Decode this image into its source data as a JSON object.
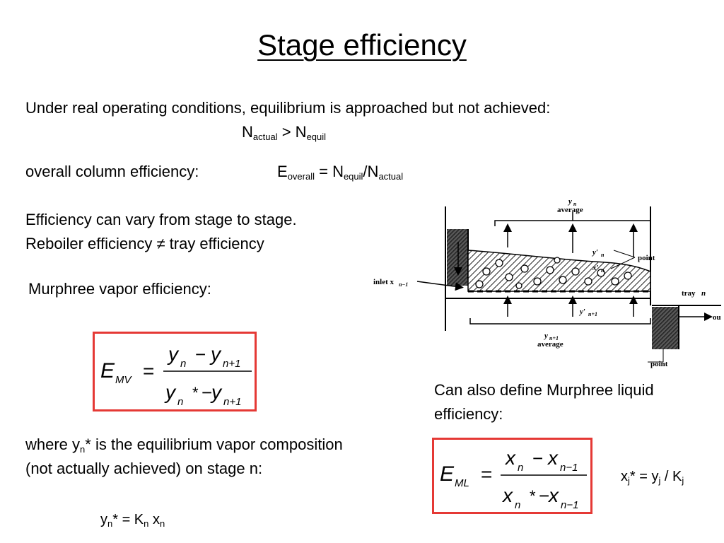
{
  "title": "Stage efficiency",
  "intro": {
    "line": "Under real operating conditions, equilibrium is approached but not achieved:",
    "rel": {
      "n1": "N",
      "sub1": "actual",
      "op": " > ",
      "n2": "N",
      "sub2": "equil"
    }
  },
  "overall": {
    "label": "overall column efficiency:",
    "e": "E",
    "e_sub": "overall",
    "eq": " = ",
    "n1": "N",
    "n1_sub": "equil",
    "slash": "/",
    "n2": "N",
    "n2_sub": "actual"
  },
  "vary": {
    "line1": "Efficiency can vary from stage to stage.",
    "line2": "Reboiler efficiency ≠ tray efficiency"
  },
  "murphree_vapor_label": "Murphree vapor efficiency:",
  "emv": {
    "E": "E",
    "sub": "MV",
    "eq": "=",
    "num_y": "y",
    "num_n": "n",
    "minus": "−",
    "num_y2": "y",
    "num_n1": "n+1",
    "den_y": "y",
    "den_n": "n",
    "star": "*",
    "den_minus": "−",
    "den_y2": "y",
    "den_n1": "n+1"
  },
  "liquid": {
    "line1": "Can also define Murphree liquid",
    "line2": "efficiency:"
  },
  "eml": {
    "E": "E",
    "sub": "ML",
    "eq": "=",
    "num_x": "x",
    "num_n": "n",
    "minus": "−",
    "num_x2": "x",
    "num_n1": "n−1",
    "den_x": "x",
    "den_n": "n",
    "star": "*",
    "den_minus": "−",
    "den_x2": "x",
    "den_n1": "n−1"
  },
  "xj": {
    "x": "x",
    "j1": "j",
    "star_eq": "* = y",
    "j2": "j",
    "slash": " / K",
    "j3": "j"
  },
  "where": {
    "w1": "where y",
    "w_sub": "n",
    "w2": "* is the equilibrium vapor composition",
    "line2": "(not actually achieved) on stage n:"
  },
  "yn": {
    "y": "y",
    "s1": "n",
    "mid": "* = K",
    "s2": "n",
    "x": " x",
    "s3": "n"
  },
  "figure": {
    "labels": {
      "yn_avg_top": "y",
      "yn_avg_top_sub": "n",
      "average_top": "average",
      "ynp": "y′",
      "ynp_sub": "n",
      "point_top": "point",
      "xnp": "x′",
      "xnp_sub": "n",
      "inlet": "inlet x",
      "inlet_sub": "n−1",
      "tray": "tray",
      "tray_n": "n",
      "out": "ou",
      "yn1p": "y′",
      "yn1p_sub": "n+1",
      "yn1_avg": "y",
      "yn1_avg_sub": "n+1",
      "average_bot": "average",
      "point_bot": "point"
    }
  }
}
